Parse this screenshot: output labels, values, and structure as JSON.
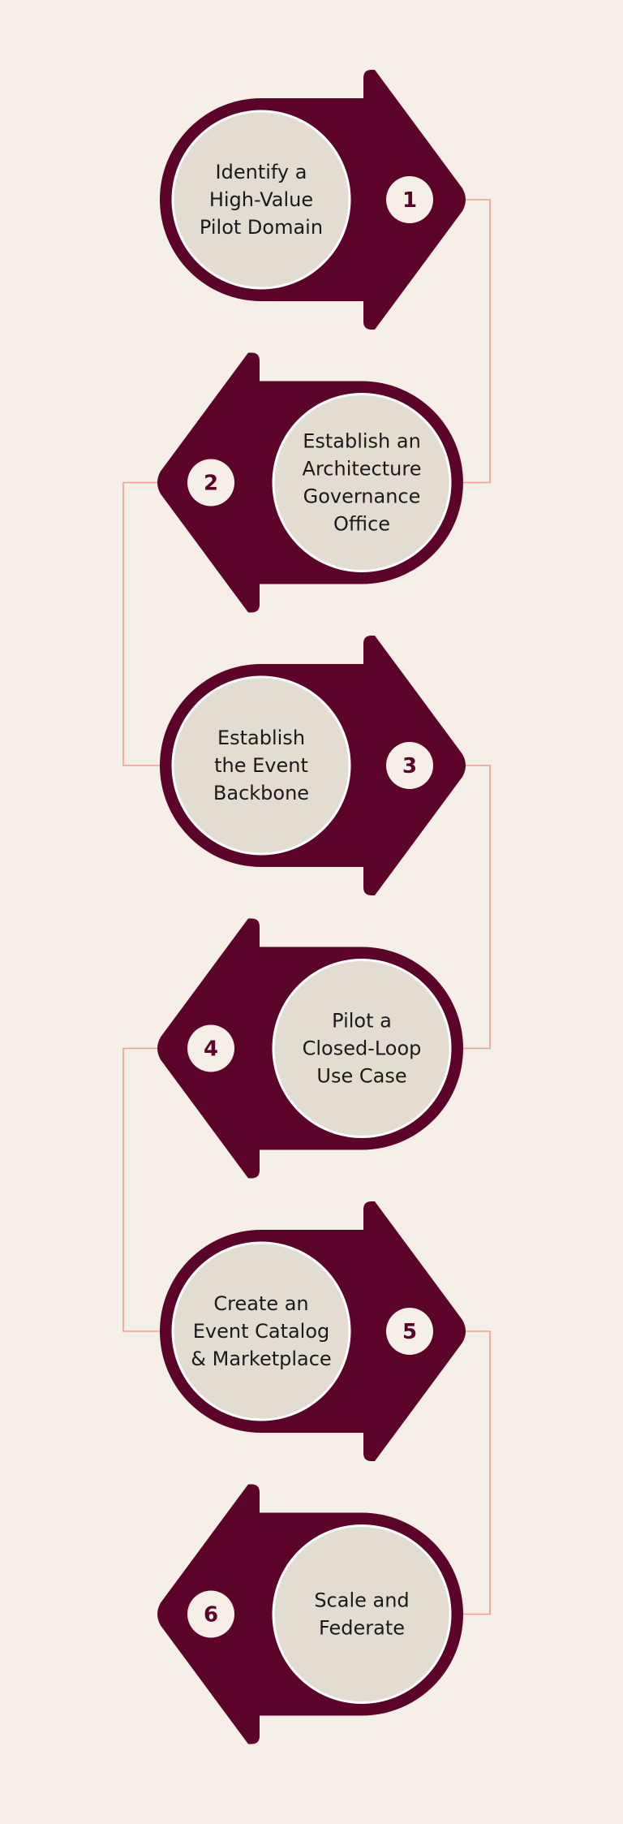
{
  "colors": {
    "background": "#f5efe7",
    "shape": "#5c0329",
    "circle_fill": "#e3ddd1",
    "circle_stroke": "#ffffff",
    "badge_fill": "#f5efe7",
    "number_text": "#5c0329",
    "title_text": "#1a1a1a",
    "connector": "#ef9e8d"
  },
  "steps": [
    {
      "number": "1",
      "pointing": "right",
      "lines": [
        "Identify a",
        "High-Value",
        "Pilot Domain"
      ]
    },
    {
      "number": "2",
      "pointing": "left",
      "lines": [
        "Establish an",
        "Architecture",
        "Governance",
        "Office"
      ]
    },
    {
      "number": "3",
      "pointing": "right",
      "lines": [
        "Establish",
        "the Event",
        "Backbone"
      ]
    },
    {
      "number": "4",
      "pointing": "left",
      "lines": [
        "Pilot a",
        "Closed-Loop",
        "Use Case"
      ]
    },
    {
      "number": "5",
      "pointing": "right",
      "lines": [
        "Create an",
        "Event Catalog",
        "& Marketplace"
      ]
    },
    {
      "number": "6",
      "pointing": "left",
      "lines": [
        "Scale and",
        "Federate"
      ]
    }
  ]
}
